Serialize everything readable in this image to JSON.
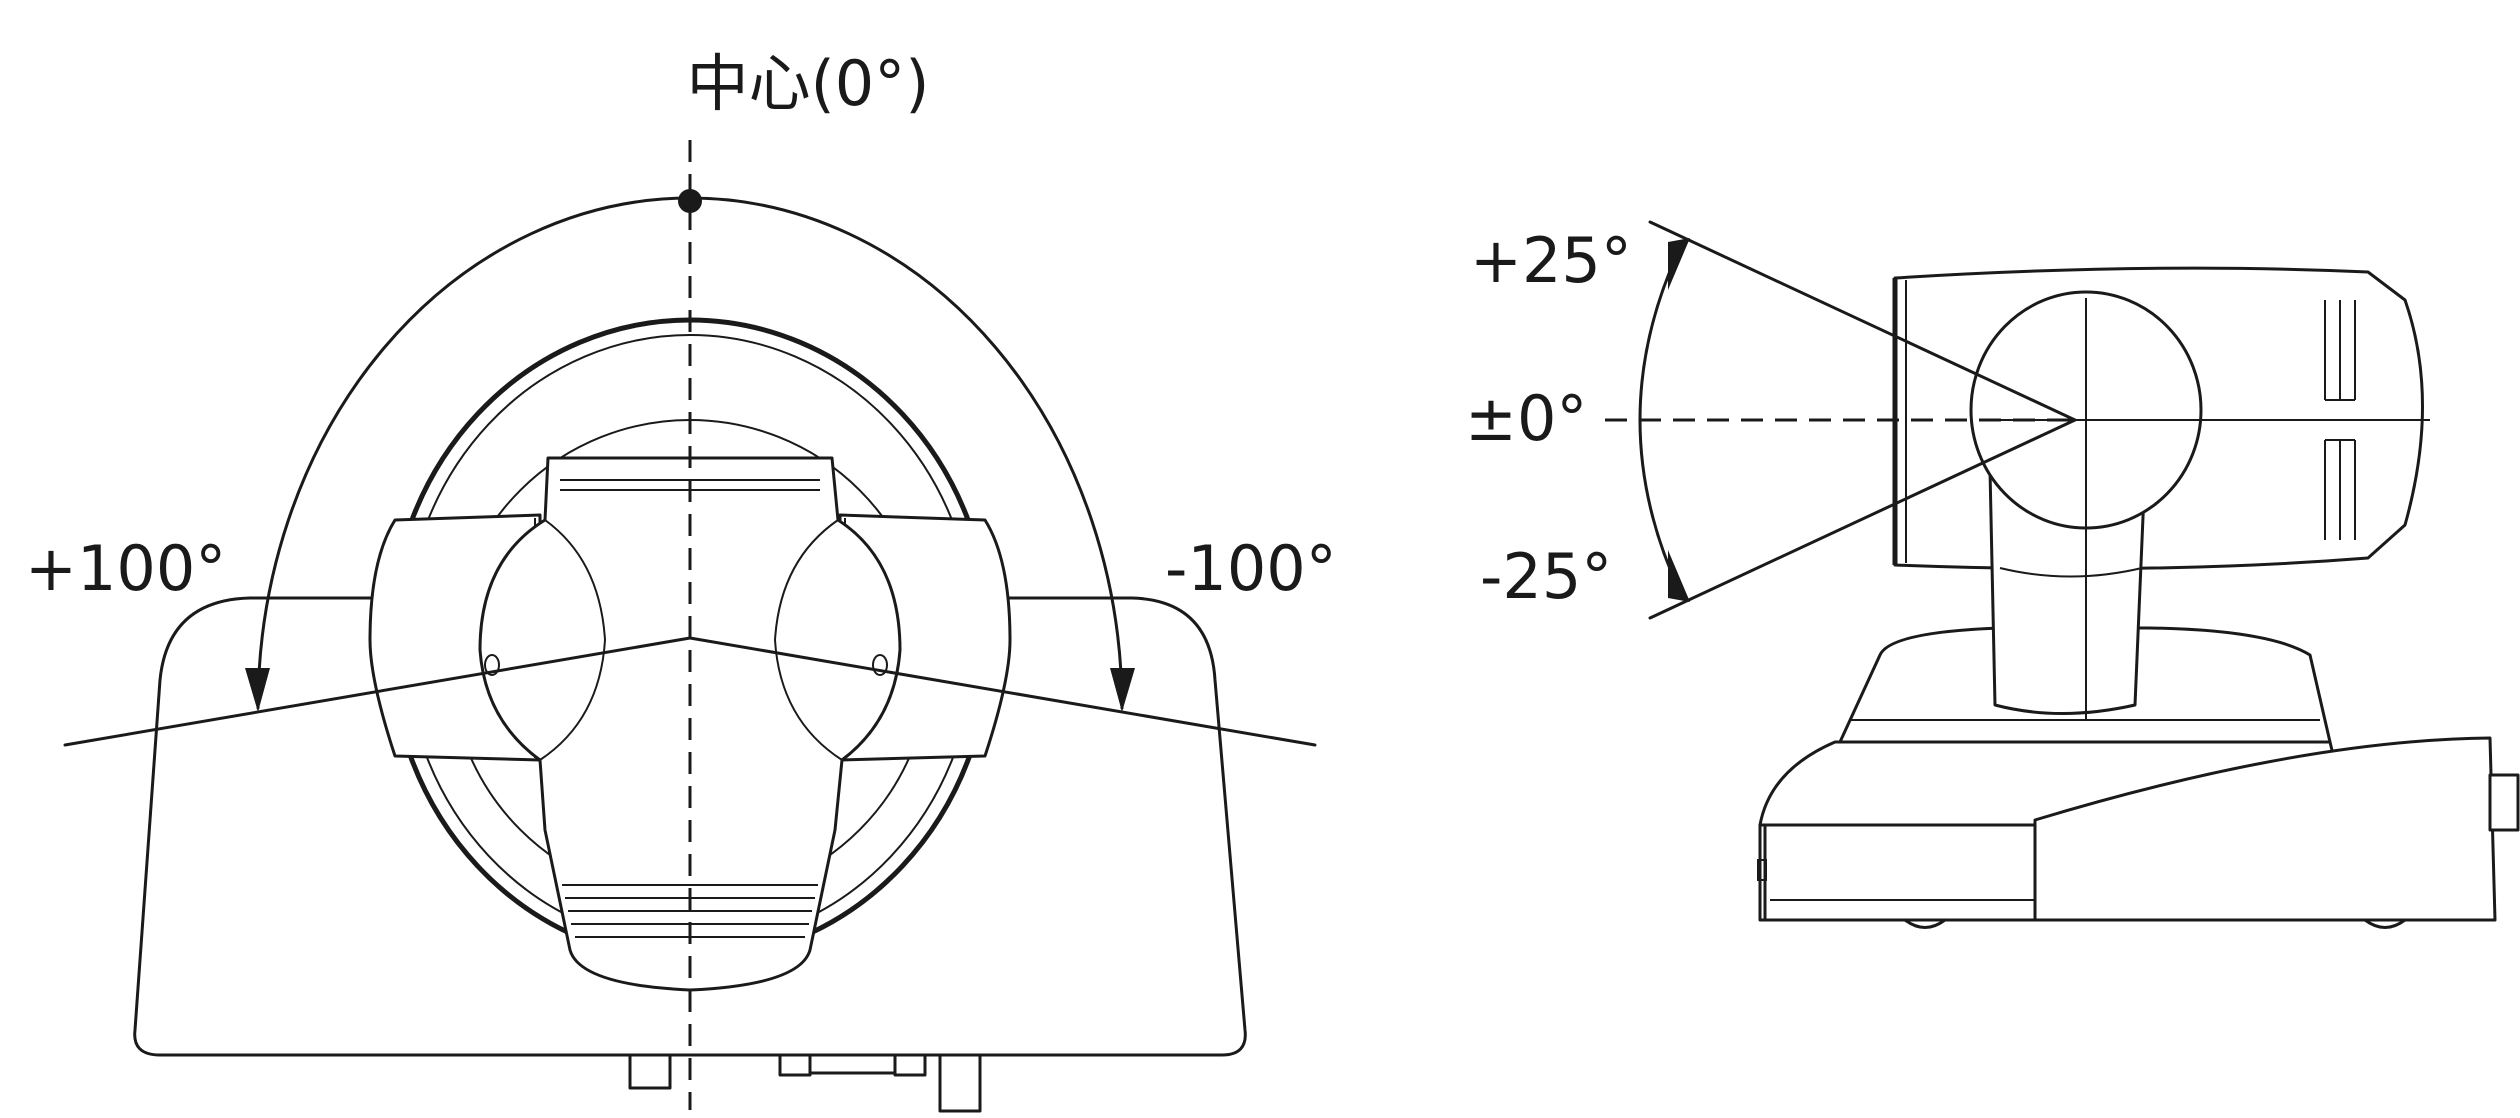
{
  "pan_view": {
    "center_label": "中心(0°)",
    "left_limit_label": "+100°",
    "right_limit_label": "-100°"
  },
  "tilt_view": {
    "up_limit_label": "+25°",
    "level_label": "±0°",
    "down_limit_label": "-25°"
  },
  "colors": {
    "line": "#1a1a1a",
    "background": "#ffffff"
  }
}
